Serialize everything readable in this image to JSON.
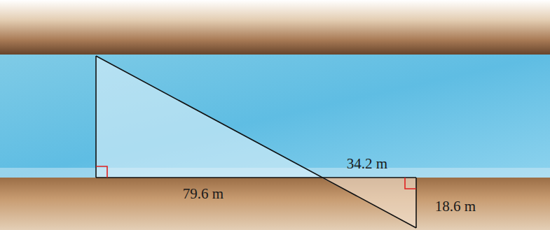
{
  "diagram": {
    "labels": [
      "79.6 m",
      "34.2 m",
      "18.6 m"
    ]
  }
}
